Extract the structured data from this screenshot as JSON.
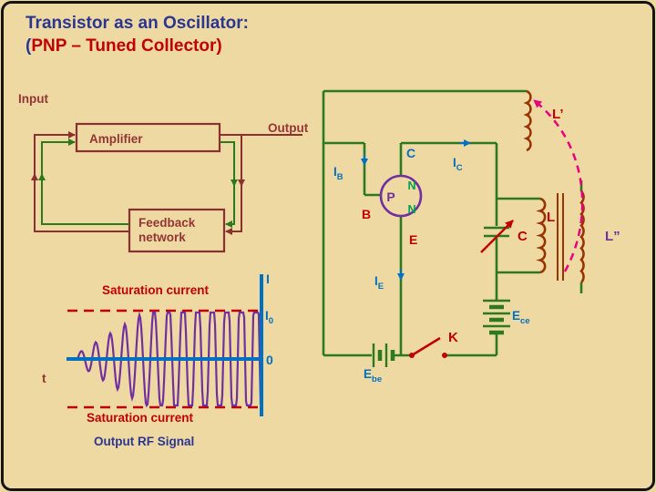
{
  "slide": {
    "title_line1": "Transistor as an Oscillator:",
    "title_line2_paren": "(",
    "title_line2_text": "PNP – Tuned Collector)"
  },
  "block_diagram": {
    "input_label": "Input",
    "amplifier_label": "Amplifier",
    "output_label": "Output",
    "feedback_label_line1": "Feedback",
    "feedback_label_line2": "network"
  },
  "waveform": {
    "current_axis_label": "I",
    "i0_main": "I",
    "i0_sub": "0",
    "origin_label": "0",
    "time_axis_label": "t",
    "saturation_label_top": "Saturation current",
    "saturation_label_bottom": "Saturation current",
    "caption": "Output RF Signal"
  },
  "circuit": {
    "collector_label": "C",
    "base_label": "B",
    "emitter_label": "E",
    "ib_main": "I",
    "ib_sub": "B",
    "ic_main": "I",
    "ic_sub": "C",
    "ie_main": "I",
    "ie_sub": "E",
    "region_p": "P",
    "region_n_top": "N",
    "region_n_bottom": "N",
    "capacitor_label": "C",
    "inductor_primary_label": "L",
    "inductor_feedback_label": "L’",
    "inductor_secondary_label": "L”",
    "battery_base_main": "E",
    "battery_base_sub": "be",
    "battery_collector_main": "E",
    "battery_collector_sub": "ce",
    "switch_label": "K"
  },
  "colors": {
    "background": "#EFD9A3",
    "title_blue": "#2A3690",
    "label_blue": "#0070C0",
    "red": "#C00000",
    "dark_red": "#943634",
    "wire_green": "#2B7A1E",
    "purple": "#7030A0",
    "magenta": "#E6007E",
    "coil_brown": "#993300"
  }
}
